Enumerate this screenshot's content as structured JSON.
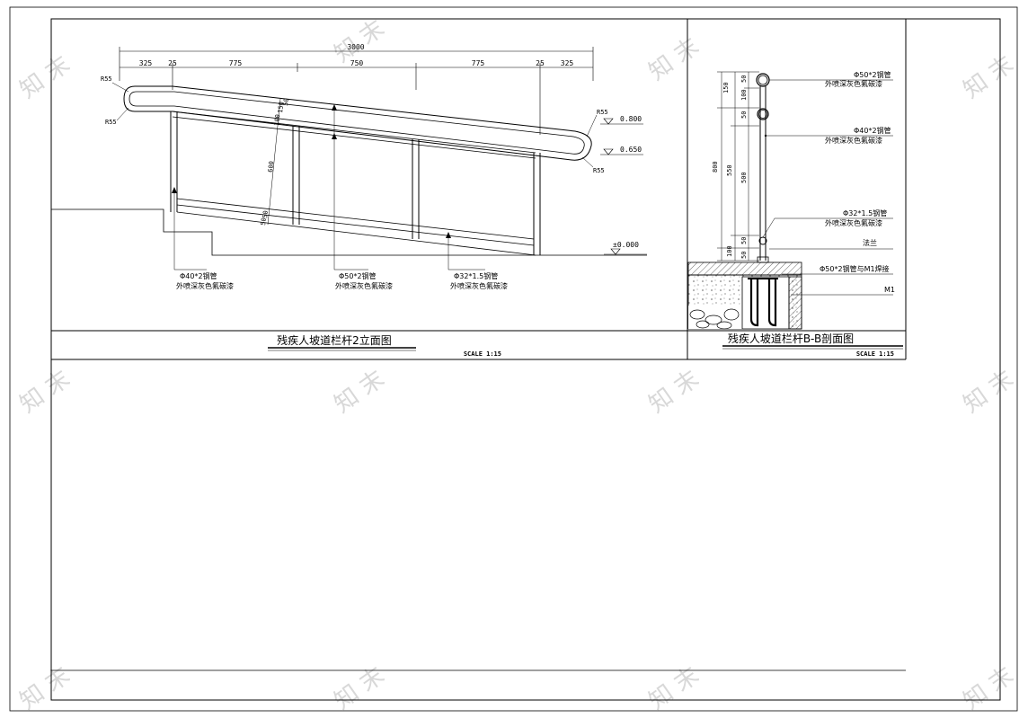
{
  "watermark": "知 末",
  "elevation": {
    "title": "残疾人坡道栏杆2立面图",
    "scale": "SCALE 1:15",
    "dim_total": "3000",
    "dims": [
      "325",
      "25",
      "775",
      "750",
      "775",
      "25",
      "325"
    ],
    "radius_labels": [
      "R55",
      "R55",
      "R55",
      "R55"
    ],
    "levels": [
      "0.800",
      "0.650",
      "±0.000"
    ],
    "vertical_dims": [
      "150",
      "100",
      "50",
      "600",
      "50",
      "50"
    ],
    "callouts": [
      {
        "line1": "Φ40*2钢管",
        "line2": "外喷深灰色氟碳漆"
      },
      {
        "line1": "Φ50*2钢管",
        "line2": "外喷深灰色氟碳漆"
      },
      {
        "line1": "Φ32*1.5钢管",
        "line2": "外喷深灰色氟碳漆"
      }
    ]
  },
  "section": {
    "title": "残疾人坡道栏杆B-B剖面图",
    "scale": "SCALE 1:15",
    "vertical_dims": [
      "150",
      "50",
      "100",
      "50",
      "800",
      "550",
      "500",
      "100",
      "50",
      "50"
    ],
    "callouts": [
      {
        "line1": "Φ50*2钢管",
        "line2": "外喷深灰色氟碳漆"
      },
      {
        "line1": "Φ40*2钢管",
        "line2": "外喷深灰色氟碳漆"
      },
      {
        "line1": "Φ32*1.5钢管",
        "line2": "外喷深灰色氟碳漆"
      },
      {
        "line1": "法兰",
        "line2": ""
      },
      {
        "line1": "Φ50*2钢管与M1焊接",
        "line2": ""
      },
      {
        "line1": "M1",
        "line2": ""
      }
    ]
  }
}
